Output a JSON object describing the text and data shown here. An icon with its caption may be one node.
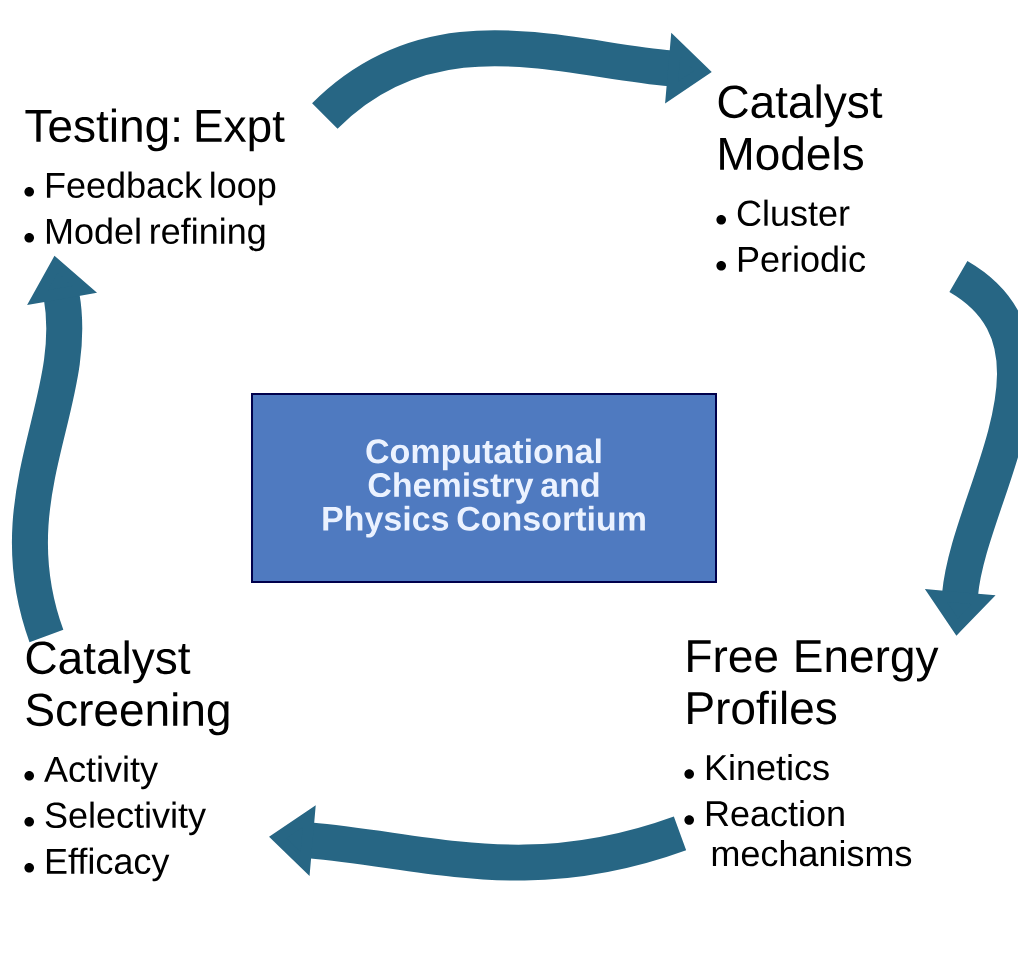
{
  "diagram": {
    "nodes": [
      {
        "text": [
          "Computational Chemistry and  Physics Consortium"
        ]
      },
      {
        "text": [
          "Catalyst Models",
          "Cluster",
          "Periodic"
        ]
      },
      {
        "text": [
          "Free Energy Profiles",
          "Kinetics",
          "Reaction mechanisms"
        ]
      },
      {
        "text": [
          "Catalyst Screening",
          "Activity",
          "Selectivity",
          "Efficacy"
        ]
      },
      {
        "text": [
          "Testing: Expt",
          "Feedback loop",
          "Model refining"
        ]
      }
    ],
    "edges": [
      {
        "from": 4,
        "to": 1,
        "arrow": "to"
      },
      {
        "from": 1,
        "to": 2,
        "arrow": "to"
      },
      {
        "from": 2,
        "to": 3,
        "arrow": "to"
      },
      {
        "from": 3,
        "to": 4,
        "arrow": "to"
      }
    ]
  }
}
